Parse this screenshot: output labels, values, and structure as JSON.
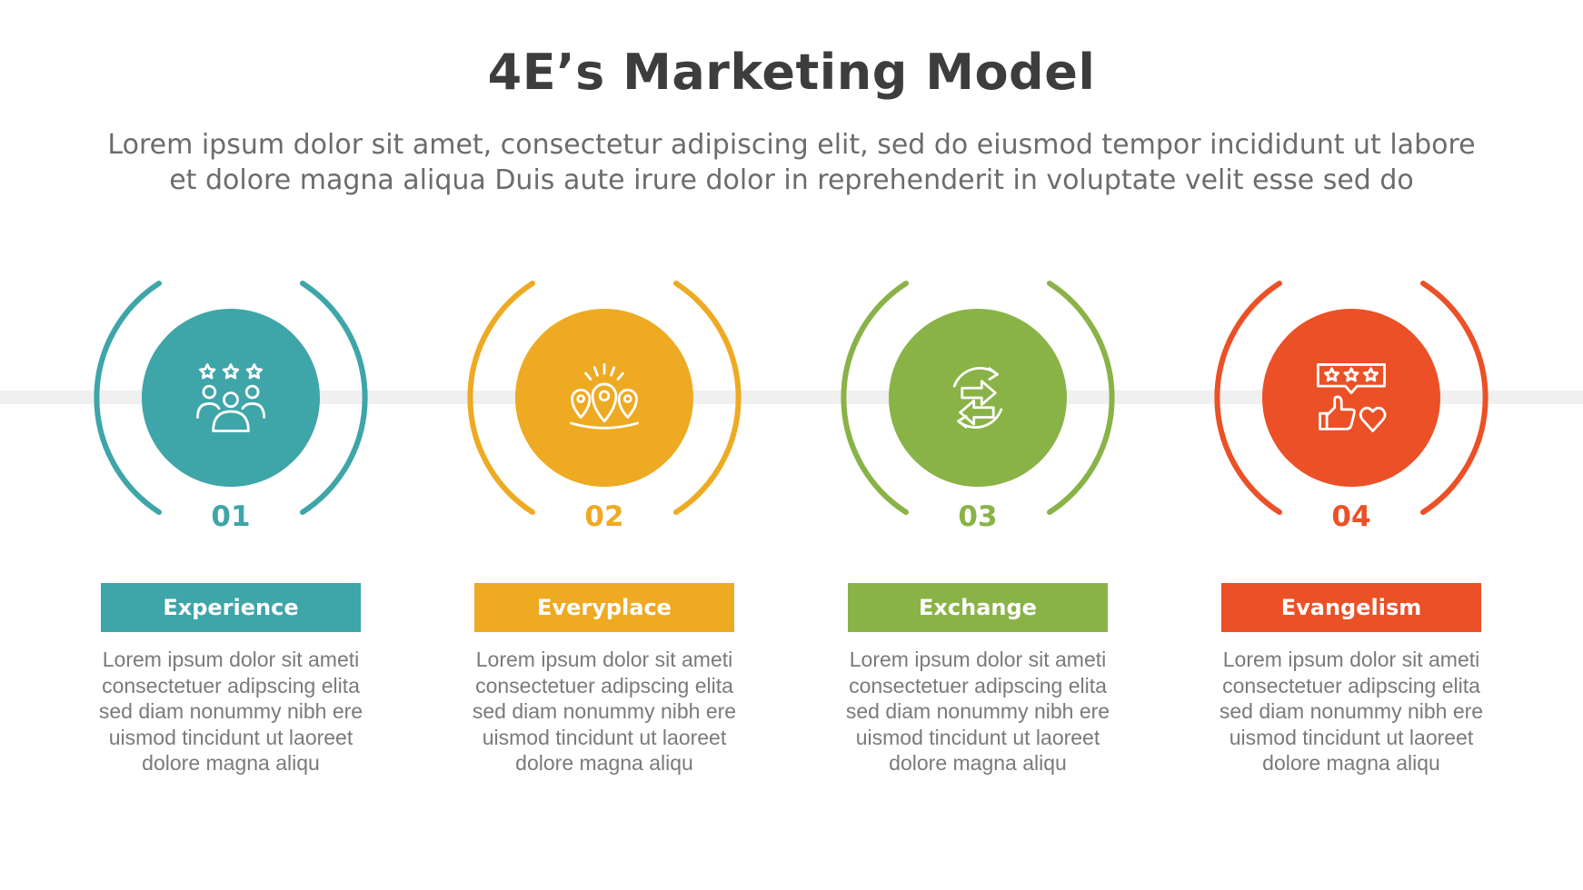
{
  "title": "4E’s Marketing Model",
  "subtitle": {
    "line1": "Lorem ipsum dolor sit amet, consectetur adipiscing elit, sed do eiusmod tempor incididunt ut labore",
    "line2": "et dolore magna aliqua Duis aute irure dolor in reprehenderit in voluptate velit esse sed do"
  },
  "steps": [
    {
      "number": "01",
      "label": "Experience",
      "color": "#3ea5a9",
      "icon": "people-rating-icon",
      "description": [
        "Lorem ipsum dolor sit ameti",
        "consectetuer adipscing elita",
        "sed diam nonummy nibh ere",
        "uismod tincidunt ut laoreet",
        "dolore magna aliqu"
      ]
    },
    {
      "number": "02",
      "label": "Everyplace",
      "color": "#eeaa22",
      "icon": "location-pins-icon",
      "description": [
        "Lorem ipsum dolor sit ameti",
        "consectetuer adipscing elita",
        "sed diam nonummy nibh ere",
        "uismod tincidunt ut laoreet",
        "dolore magna aliqu"
      ]
    },
    {
      "number": "03",
      "label": "Exchange",
      "color": "#89b347",
      "icon": "exchange-arrows-icon",
      "description": [
        "Lorem ipsum dolor sit ameti",
        "consectetuer adipscing elita",
        "sed diam nonummy nibh ere",
        "uismod tincidunt ut laoreet",
        "dolore magna aliqu"
      ]
    },
    {
      "number": "04",
      "label": "Evangelism",
      "color": "#ec5026",
      "icon": "review-like-heart-icon",
      "description": [
        "Lorem ipsum dolor sit ameti",
        "consectetuer adipscing elita",
        "sed diam nonummy nibh ere",
        "uismod tincidunt ut laoreet",
        "dolore magna aliqu"
      ]
    }
  ]
}
